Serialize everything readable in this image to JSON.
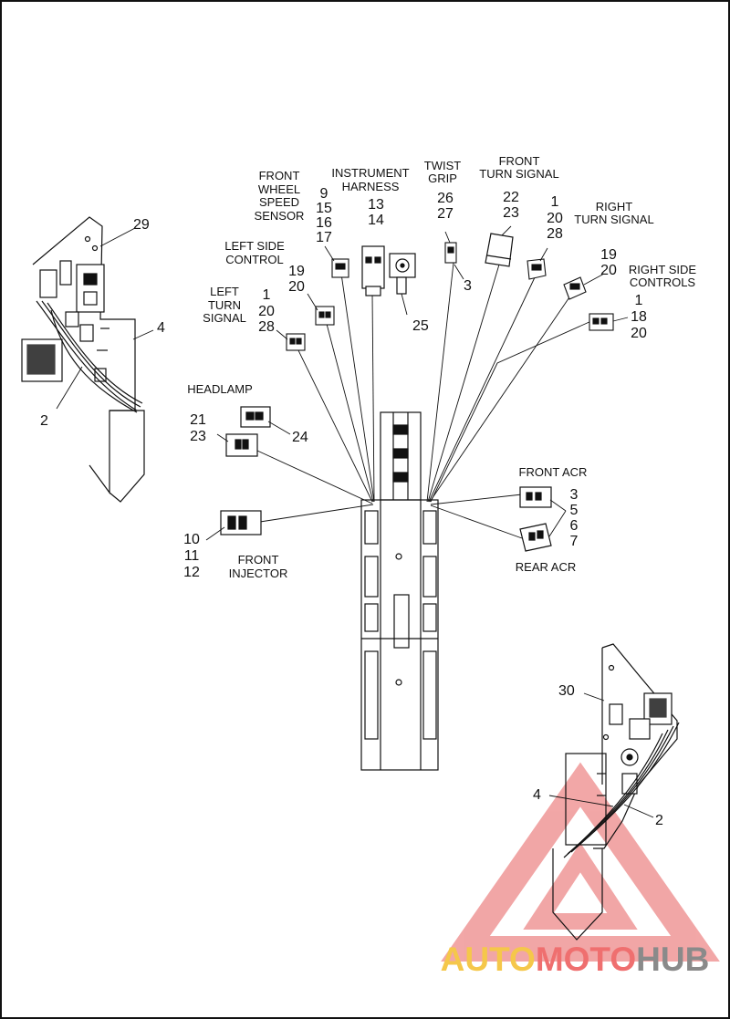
{
  "labels": {
    "front_wheel_speed_sensor": [
      "FRONT",
      "WHEEL",
      "SPEED",
      "SENSOR"
    ],
    "instrument_harness": [
      "INSTRUMENT",
      "HARNESS"
    ],
    "twist_grip": [
      "TWIST",
      "GRIP"
    ],
    "front_turn_signal": [
      "FRONT",
      "TURN SIGNAL"
    ],
    "right_turn_signal": [
      "RIGHT",
      "TURN SIGNAL"
    ],
    "left_side_control": [
      "LEFT SIDE",
      "CONTROL"
    ],
    "right_side_controls": [
      "RIGHT SIDE",
      "CONTROLS"
    ],
    "left_turn_signal": [
      "LEFT",
      "TURN",
      "SIGNAL"
    ],
    "headlamp": "HEADLAMP",
    "front_acr": "FRONT ACR",
    "rear_acr": "REAR ACR",
    "front_injector": [
      "FRONT",
      "INJECTOR"
    ]
  },
  "callouts": {
    "c29": "29",
    "c4_left": "4",
    "c2_left": "2",
    "wheel_speed": [
      "9",
      "15",
      "16",
      "17"
    ],
    "instrument": [
      "13",
      "14"
    ],
    "c25": "25",
    "twist": [
      "26",
      "27"
    ],
    "c3": "3",
    "front_turn": [
      "22",
      "23"
    ],
    "right_turn": [
      "1",
      "20",
      "28"
    ],
    "right_ctrl_a": [
      "19",
      "20"
    ],
    "right_ctrl_b": [
      "1",
      "18",
      "20"
    ],
    "left_ctrl": [
      "19",
      "20"
    ],
    "left_turn": [
      "1",
      "20",
      "28"
    ],
    "headlamp_a": [
      "21",
      "23"
    ],
    "c24": "24",
    "acr": [
      "3",
      "5",
      "6",
      "7"
    ],
    "injector": [
      "10",
      "11",
      "12"
    ],
    "c30": "30",
    "c4_right": "4",
    "c2_right": "2"
  },
  "watermark": {
    "part1": "AUTO",
    "part2": "MOTO",
    "part3": "HUB",
    "color1": "#f5c74a",
    "color2": "#ef6f6f",
    "color3": "#8a8a8a"
  }
}
